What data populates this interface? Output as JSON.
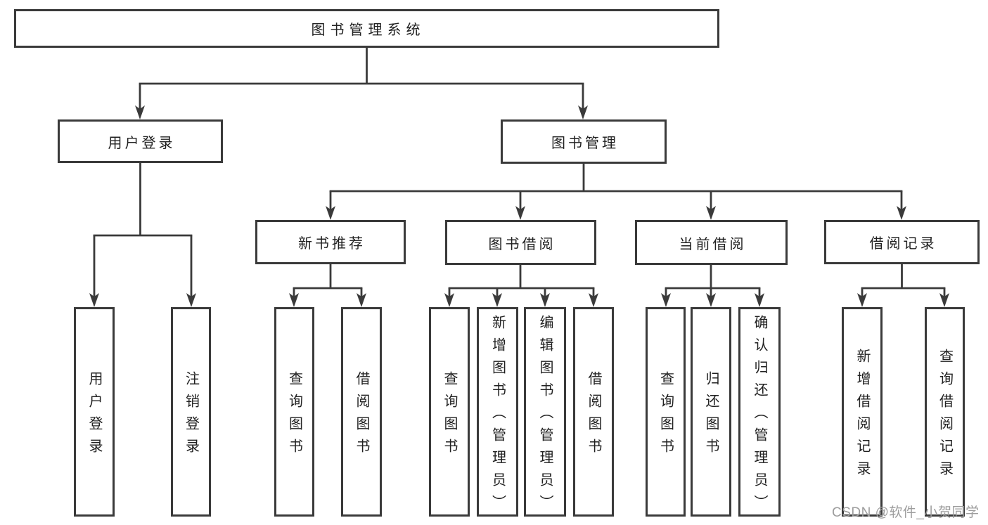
{
  "diagram_type": "hierarchy-tree",
  "colors": {
    "line": "#3a3a3a",
    "text": "#212121",
    "watermark": "#9d9d9d",
    "background": "#ffffff"
  },
  "tree": {
    "label": "图书管理系统",
    "children": [
      {
        "label": "用户登录",
        "children": [
          {
            "label": "用户登录"
          },
          {
            "label": "注销登录"
          }
        ]
      },
      {
        "label": "图书管理",
        "children": [
          {
            "label": "新书推荐",
            "children": [
              {
                "label": "查询图书"
              },
              {
                "label": "借阅图书"
              }
            ]
          },
          {
            "label": "图书借阅",
            "children": [
              {
                "label": "查询图书"
              },
              {
                "label": "新增图书（管理员）"
              },
              {
                "label": "编辑图书（管理员）"
              },
              {
                "label": "借阅图书"
              }
            ]
          },
          {
            "label": "当前借阅",
            "children": [
              {
                "label": "查询图书"
              },
              {
                "label": "归还图书"
              },
              {
                "label": "确认归还（管理员）"
              }
            ]
          },
          {
            "label": "借阅记录",
            "children": [
              {
                "label": "新增借阅记录"
              },
              {
                "label": "查询借阅记录"
              }
            ]
          }
        ]
      }
    ]
  },
  "watermark": "CSDN @软件_小贺同学"
}
